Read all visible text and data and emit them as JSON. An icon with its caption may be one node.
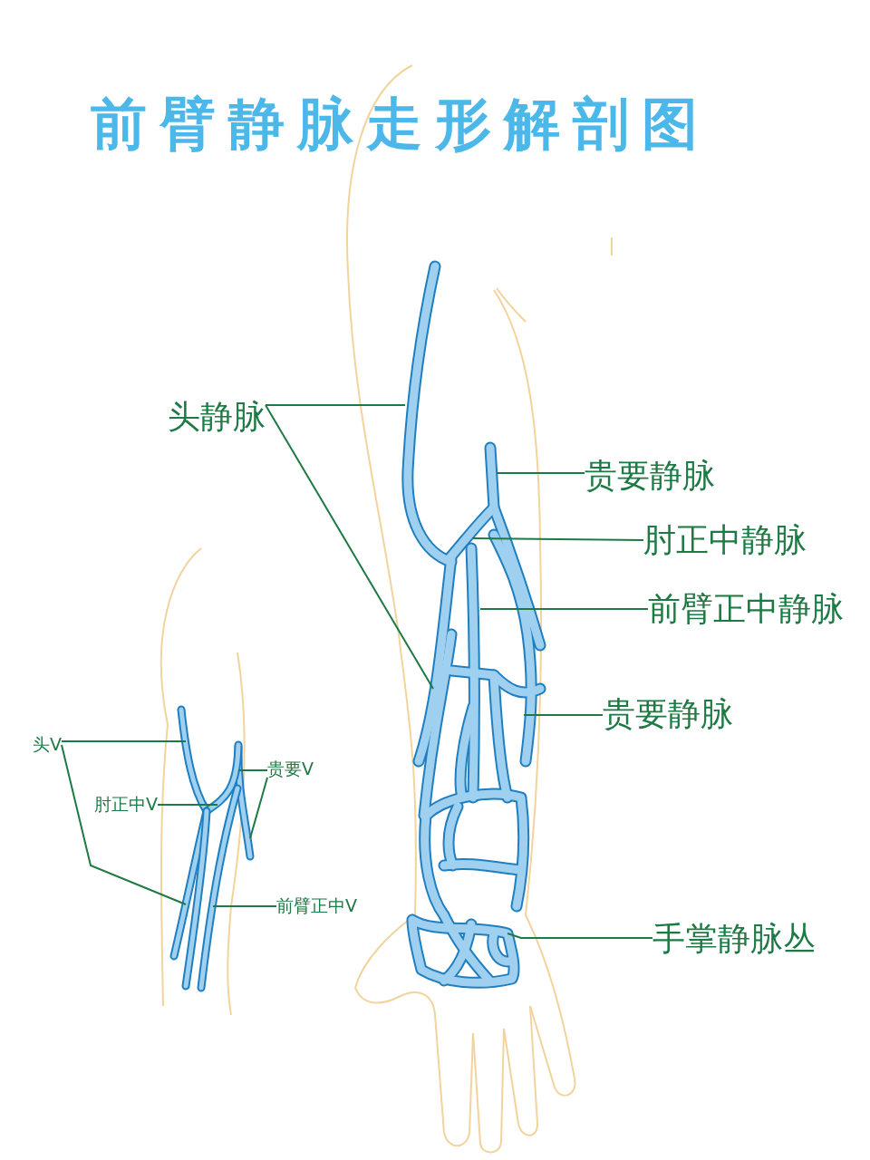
{
  "diagram": {
    "title": "前臂静脉走形解剖图",
    "nodes": [
      {
        "text": [
          "头静脉"
        ]
      },
      {
        "text": [
          "贵要静脉"
        ]
      },
      {
        "text": [
          "肘正中静脉"
        ]
      },
      {
        "text": [
          "前臂正中静脉"
        ]
      },
      {
        "text": [
          "贵要静脉"
        ]
      },
      {
        "text": [
          "手掌静脉丛"
        ]
      },
      {
        "text": [
          "头V"
        ]
      },
      {
        "text": [
          "贵要V"
        ]
      },
      {
        "text": [
          "肘正中V"
        ]
      },
      {
        "text": [
          "前臂正中V"
        ]
      },
      {
        "text": [],
        "shape": "picture"
      },
      {
        "text": [],
        "shape": "picture"
      },
      {
        "text": [],
        "shape": "picture"
      },
      {
        "text": [],
        "shape": "picture"
      }
    ],
    "edges": [
      {
        "from": 0,
        "to": null,
        "arrow": "none"
      },
      {
        "from": 0,
        "to": null,
        "arrow": "none"
      },
      {
        "from": 1,
        "to": null,
        "arrow": "none"
      },
      {
        "from": 2,
        "to": null,
        "arrow": "none"
      },
      {
        "from": 3,
        "to": null,
        "arrow": "none"
      },
      {
        "from": 4,
        "to": null,
        "arrow": "none"
      },
      {
        "from": 5,
        "to": null,
        "arrow": "none"
      },
      {
        "from": 6,
        "to": 10,
        "arrow": "none"
      },
      {
        "from": 6,
        "to": 10,
        "arrow": "none"
      },
      {
        "from": 7,
        "to": 11,
        "arrow": "none"
      },
      {
        "from": 7,
        "to": 11,
        "arrow": "none"
      },
      {
        "from": 8,
        "to": 12,
        "arrow": "none"
      },
      {
        "from": 9,
        "to": 13,
        "arrow": "none"
      }
    ]
  }
}
